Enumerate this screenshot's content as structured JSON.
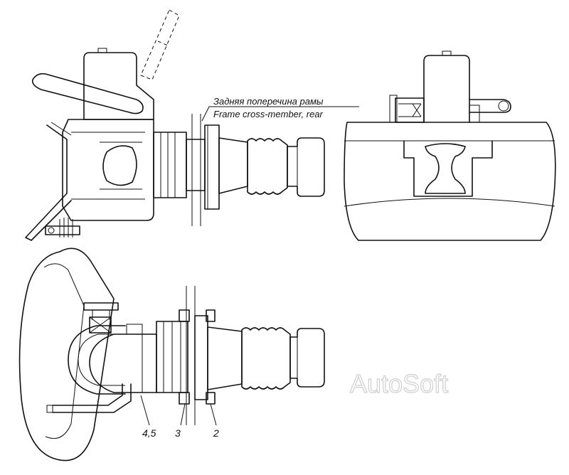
{
  "annotation": {
    "ru": "Задняя поперечина рамы",
    "en": "Frame cross-member, rear"
  },
  "callouts": {
    "c1": "4,5",
    "c2": "3",
    "c3": "2"
  },
  "watermark": "AutoSoft",
  "colors": {
    "line": "#111111",
    "watermark": "#cfcfcf",
    "background": "#ffffff"
  }
}
